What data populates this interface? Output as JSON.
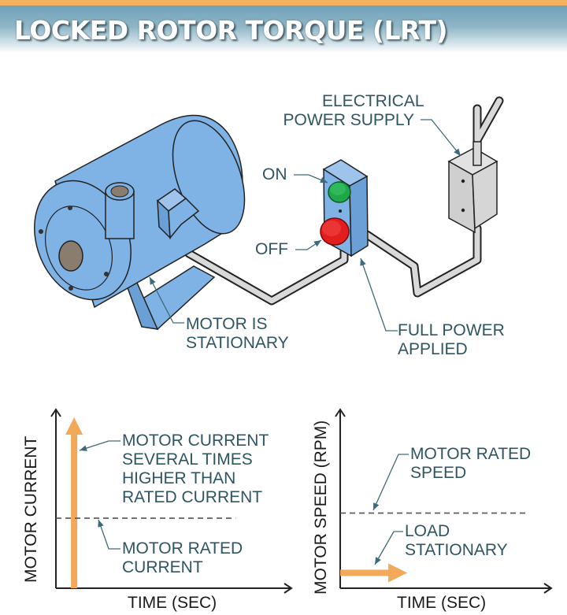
{
  "header": {
    "title": "LOCKED ROTOR TORQUE (LRT)"
  },
  "colors": {
    "accent_bar": "#f5b25e",
    "header_blue": "#6fa1b8",
    "motor_blue": "#7fb2e5",
    "on_button": "#1ea84a",
    "off_button": "#e21d1d",
    "conduit_gray": "#d9d9d9",
    "label_text": "#2f5563",
    "orange_arrow": "#f2a95a"
  },
  "diagram": {
    "labels": {
      "power_supply": [
        "ELECTRICAL",
        "POWER SUPPLY"
      ],
      "on": "ON",
      "off": "OFF",
      "motor_stationary": [
        "MOTOR IS",
        "STATIONARY"
      ],
      "full_power": [
        "FULL POWER",
        "APPLIED"
      ]
    },
    "icons": {
      "motor": "pump-motor-icon",
      "switch_box": "switch-box-icon",
      "power_supply": "junction-box-icon"
    }
  },
  "chart_data": [
    {
      "type": "line",
      "title": "",
      "xlabel": "TIME (SEC)",
      "ylabel": "MOTOR CURRENT",
      "grid": false,
      "series": [
        {
          "name": "Motor current (locked rotor)",
          "style": "orange vertical arrow",
          "direction": "up",
          "x": 0.08,
          "y_start": 0,
          "y_end": 1.0
        },
        {
          "name": "Motor rated current",
          "style": "dashed",
          "y": 0.41
        }
      ],
      "annotations": [
        {
          "text": [
            "MOTOR CURRENT",
            "SEVERAL TIMES",
            "HIGHER THAN",
            "RATED CURRENT"
          ],
          "points_to": "Motor current (locked rotor)"
        },
        {
          "text": [
            "MOTOR RATED",
            "CURRENT"
          ],
          "points_to": "Motor rated current"
        }
      ]
    },
    {
      "type": "line",
      "title": "",
      "xlabel": "TIME (SEC)",
      "ylabel": "MOTOR SPEED (RPM)",
      "grid": false,
      "series": [
        {
          "name": "Motor rated speed",
          "style": "dashed",
          "y": 0.44
        },
        {
          "name": "Load stationary",
          "style": "orange horizontal arrow",
          "direction": "right",
          "y": 0.09,
          "x_start": 0,
          "x_end": 0.33
        }
      ],
      "annotations": [
        {
          "text": [
            "MOTOR RATED",
            "SPEED"
          ],
          "points_to": "Motor rated speed"
        },
        {
          "text": [
            "LOAD",
            "STATIONARY"
          ],
          "points_to": "Load stationary"
        }
      ]
    }
  ]
}
